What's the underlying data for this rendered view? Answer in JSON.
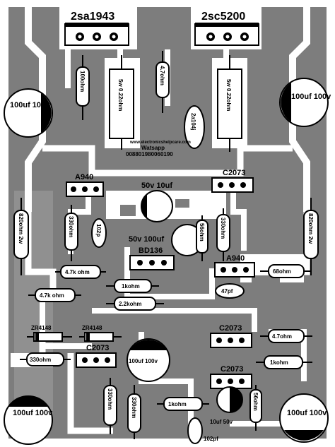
{
  "transistors": {
    "q1": "2sa1943",
    "q2": "2sc5200",
    "a940_top": "A940",
    "c2073_top": "C2073",
    "bd136": "BD136",
    "a940_right": "A940",
    "c2073_left": "C2073",
    "c2073_right_a": "C2073",
    "c2073_right_b": "C2073"
  },
  "resistors": {
    "r100_top": "100ohm",
    "r47_top": "4.7ohm",
    "rsw_left": "5w 0.22ohm",
    "rsw_right": "5w 0.22ohm",
    "r820_left": "820ohm 2w",
    "r820_right": "820ohm 2w",
    "r330_a": "330ohm",
    "r330_b": "330ohm",
    "r56_a": "56ohm",
    "r47k_a": "4.7k ohm",
    "r47k_b": "4.7k ohm",
    "r1k_a": "1kohm",
    "r22k": "2.2kohm",
    "r68": "68ohm",
    "r47_right": "4.7ohm",
    "r1k_b": "1kohm",
    "r330_c": "330ohm",
    "r330_d": "330ohm",
    "r330_e": "330ohm",
    "r1k_c": "1kohm",
    "r56_b": "56ohm"
  },
  "capacitors": {
    "c100uf_tl": "100uf 100v",
    "c100uf_tr": "100uf 100v",
    "c2a104j": "2a104j",
    "c102p_a": "102p",
    "c50v10uf": "50v 10uf",
    "c50v100uf": "50v 100uf",
    "c47pf": "47pf",
    "c100uf_mid": "100uf 100v",
    "c10uf50v": "10uf 50v",
    "c100uf_bl": "100uf 100v",
    "c100uf_br": "100uf 100v",
    "c102pf": "102pf"
  },
  "diodes": {
    "d1": "ZR4148",
    "d2": "ZR4148"
  },
  "watermark": {
    "site": "www.electronicshelpcare.com",
    "contact": "Watsapp",
    "phone": "008801980060190"
  },
  "colors": {
    "board": "#7d7d7d",
    "copper": "#ffffff",
    "label": "#000000"
  }
}
